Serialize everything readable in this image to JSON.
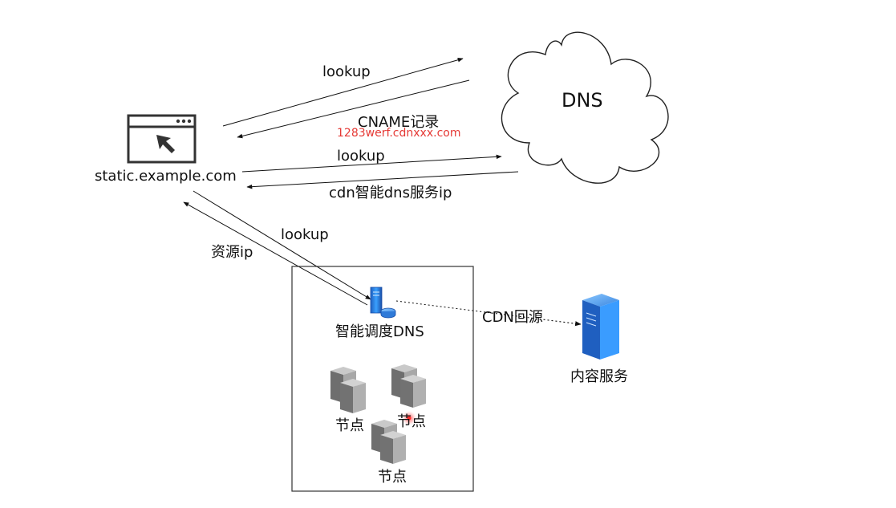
{
  "labels": {
    "client": "static.example.com",
    "dns": "DNS",
    "lookup1": "lookup",
    "cname": "CNAME记录",
    "cname_value": "1283werf.cdnxxx.com",
    "lookup2": "lookup",
    "cdn_dns_ip": "cdn智能dns服务ip",
    "lookup3": "lookup",
    "resource_ip": "资源ip",
    "smart_dns": "智能调度DNS",
    "cdn_origin": "CDN回源",
    "content_service": "内容服务",
    "node1": "节点",
    "node2": "节点",
    "node3": "节点"
  },
  "icons": {
    "client": "browser-window-icon",
    "dns": "cloud-icon",
    "smart_dns": "server-database-icon",
    "content_service": "server-tower-icon",
    "nodes": "server-cluster-icon"
  },
  "colors": {
    "line": "#111111",
    "highlight": "#e53935",
    "server_blue": "#2f80ed"
  }
}
